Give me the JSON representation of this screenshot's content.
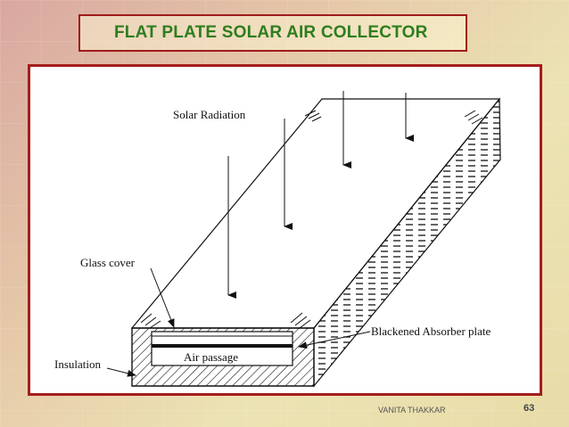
{
  "slide": {
    "title": "FLAT PLATE SOLAR AIR COLLECTOR",
    "author": "VANITA THAKKAR",
    "page_number": "63"
  },
  "diagram": {
    "labels": {
      "solar_radiation": "Solar Radiation",
      "glass_cover": "Glass cover",
      "blackened_absorber_plate": "Blackened Absorber plate",
      "air_passage": "Air passage",
      "insulation": "Insulation"
    }
  },
  "colors": {
    "title_text": "#2e7d1e",
    "frame_border": "#a51d1d"
  }
}
